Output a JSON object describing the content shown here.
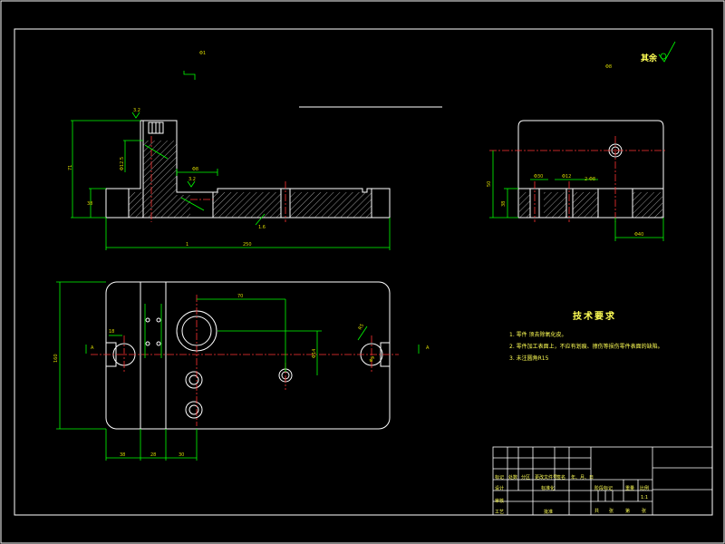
{
  "drawing": {
    "tech_req": {
      "title": "技术要求",
      "items": [
        "1. 零件 须去除氧化皮。",
        "2. 零件加工表面上，不应有划痕、擦伤等损伤零件表面的缺陷。",
        "3. 未注圆角R15"
      ]
    },
    "surface_note": "其余",
    "title_block": {
      "row_labels": [
        "标记",
        "处数",
        "分区",
        "更改文件号",
        "签名",
        "年、月、日"
      ],
      "designer": "设计",
      "standardization": "标准化",
      "checker": "审核",
      "process": "工艺",
      "approve": "批准",
      "stage_mark": "阶段标记",
      "weight": "重量",
      "scale_label": "比例",
      "scale_value": "1:1",
      "sheet_info": [
        "共",
        "张",
        "第",
        "张"
      ]
    }
  }
}
